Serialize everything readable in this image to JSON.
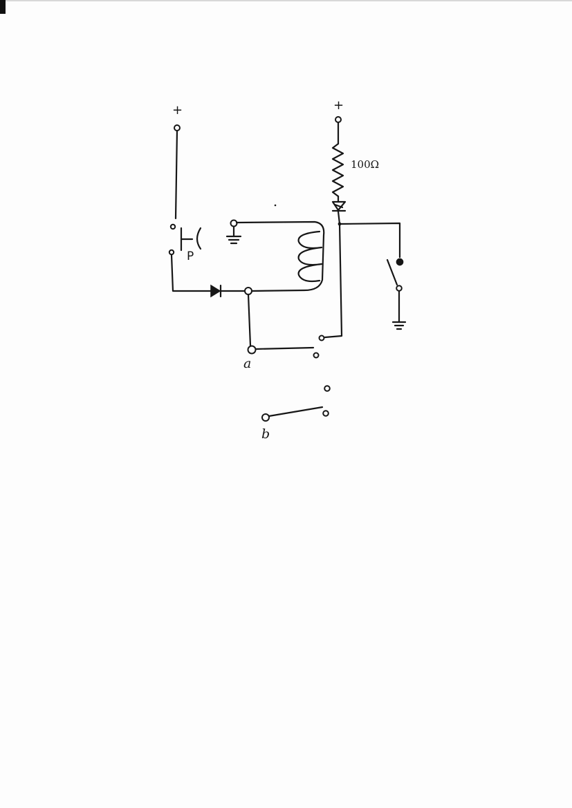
{
  "diagram": {
    "kind": "hand-drawn relay circuit schematic",
    "ink_color": "#161616",
    "paper_color": "#fdfdfd",
    "labels": {
      "supply_left": "+",
      "supply_right": "+",
      "resistor_value": "100Ω",
      "pushbutton": "P",
      "contact_a": "a",
      "contact_b": "b"
    },
    "components": [
      "supply-terminal",
      "pushbutton-switch",
      "diode",
      "relay-coil",
      "ground",
      "resistor",
      "led",
      "switch",
      "relay-contact-a",
      "relay-contact-b"
    ]
  }
}
